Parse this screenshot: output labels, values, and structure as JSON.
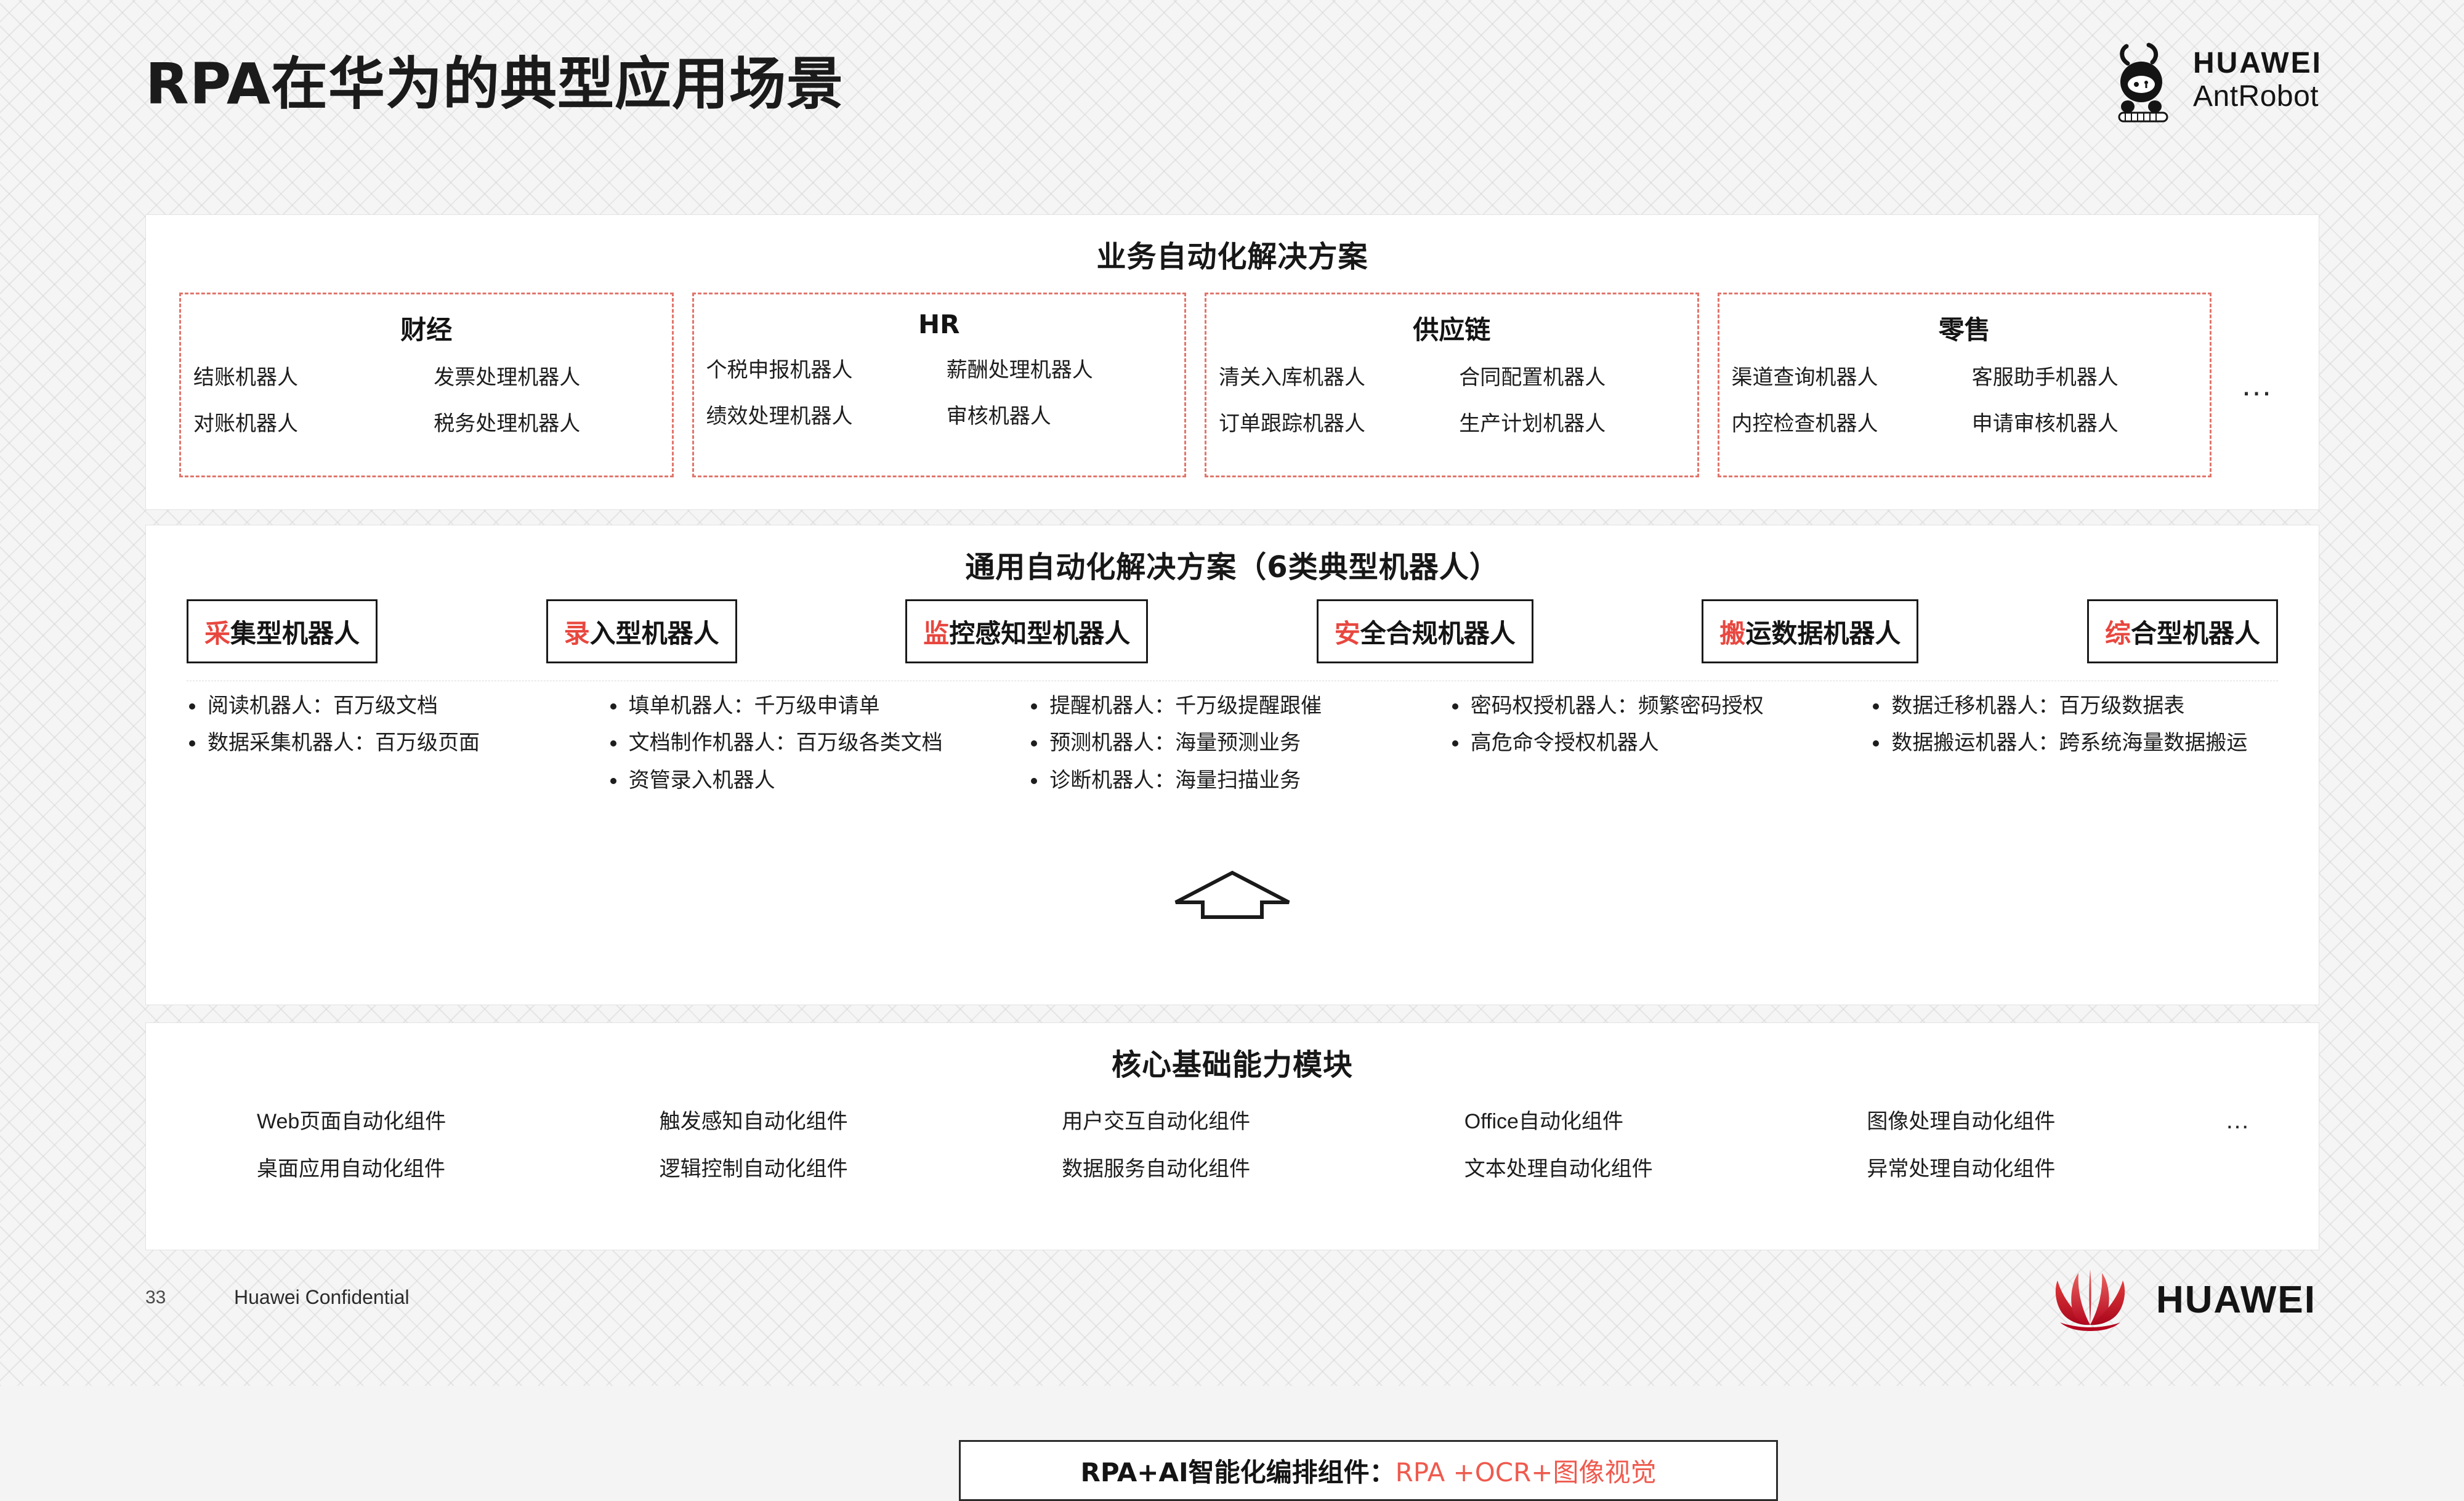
{
  "header": {
    "title": "RPA在华为的典型应用场景",
    "brand": {
      "line1": "HUAWEI",
      "line2": "AntRobot",
      "mark_icon": "ant-robot-icon"
    }
  },
  "colors": {
    "accent_red": "#e8473f",
    "dashed_border": "#e0756b",
    "huawei_red": "#cf0a2c",
    "panel_bg": "#ffffff",
    "slide_bg": "#f5f5f5",
    "text": "#1d1d1d"
  },
  "business_panel": {
    "title": "业务自动化解决方案",
    "ellipsis": "…",
    "cards": [
      {
        "title": "财经",
        "items": [
          "结账机器人",
          "发票处理机器人",
          "对账机器人",
          "税务处理机器人"
        ]
      },
      {
        "title": "HR",
        "items": [
          "个税申报机器人",
          "薪酬处理机器人",
          "绩效处理机器人",
          "审核机器人"
        ]
      },
      {
        "title": "供应链",
        "items": [
          "清关入库机器人",
          "合同配置机器人",
          "订单跟踪机器人",
          "生产计划机器人"
        ]
      },
      {
        "title": "零售",
        "items": [
          "渠道查询机器人",
          "客服助手机器人",
          "内控检查机器人",
          "申请审核机器人"
        ]
      }
    ]
  },
  "generic_panel": {
    "title": "通用自动化解决方案（6类典型机器人）",
    "chips": [
      {
        "highlight": "采",
        "rest": "集型机器人"
      },
      {
        "highlight": "录",
        "rest": "入型机器人"
      },
      {
        "highlight": "监",
        "rest": "控感知型机器人"
      },
      {
        "highlight": "安",
        "rest": "全合规机器人"
      },
      {
        "highlight": "搬",
        "rest": "运数据机器人"
      },
      {
        "highlight": "综",
        "rest": "合型机器人"
      }
    ],
    "bullet_columns": [
      {
        "items": [
          "阅读机器人：百万级文档",
          "数据采集机器人：百万级页面"
        ]
      },
      {
        "items": [
          "填单机器人：千万级申请单",
          "文档制作机器人：百万级各类文档",
          "资管录入机器人"
        ]
      },
      {
        "items": [
          "提醒机器人：千万级提醒跟催",
          "预测机器人：海量预测业务",
          "诊断机器人：海量扫描业务"
        ]
      },
      {
        "items": [
          "密码权授机器人：频繁密码授权",
          "高危命令授权机器人"
        ]
      },
      {
        "items": [
          "数据迁移机器人：百万级数据表",
          "数据搬运机器人：跨系统海量数据搬运"
        ]
      }
    ],
    "orchestration": {
      "label_black": "RPA+AI智能化编排组件：",
      "label_red": "RPA +OCR+图像视觉",
      "arrow_icon": "arrow-up-icon"
    }
  },
  "core_panel": {
    "title": "核心基础能力模块",
    "ellipsis": "…",
    "columns": [
      [
        "Web页面自动化组件",
        "桌面应用自动化组件"
      ],
      [
        "触发感知自动化组件",
        "逻辑控制自动化组件"
      ],
      [
        "用户交互自动化组件",
        "数据服务自动化组件"
      ],
      [
        "Office自动化组件",
        "文本处理自动化组件"
      ],
      [
        "图像处理自动化组件",
        "异常处理自动化组件"
      ]
    ]
  },
  "footer": {
    "page_number": "33",
    "confidential": "Huawei Confidential",
    "logo_text": "HUAWEI",
    "logo_icon": "huawei-flower-icon"
  }
}
